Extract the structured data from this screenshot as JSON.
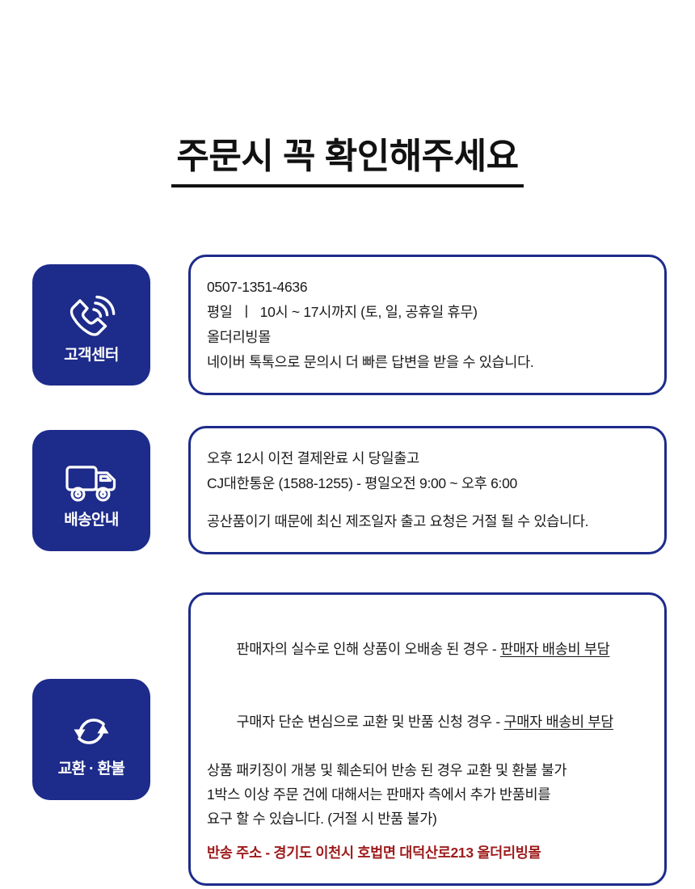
{
  "page": {
    "title": "주문시 꼭 확인해주세요",
    "background_color": "#ffffff",
    "accent_color": "#1d2b8a",
    "alert_color": "#9e1b1b",
    "text_color": "#1a1a1a"
  },
  "sections": [
    {
      "id": "customer-center",
      "icon": "phone-ringing-icon",
      "icon_label": "고객센터",
      "lines": [
        "0507-1351-4636",
        "평일  ㅣ  10시 ~ 17시까지 (토, 일, 공휴일 휴무)",
        "올더리빙몰",
        "네이버 톡톡으로 문의시 더 빠른 답변을 받을 수 있습니다."
      ]
    },
    {
      "id": "shipping-info",
      "icon": "delivery-truck-icon",
      "icon_label": "배송안내",
      "lines": [
        "오후 12시 이전 결제완료 시 당일출고",
        "CJ대한통운 (1588-1255) - 평일오전 9:00 ~ 오후 6:00",
        "",
        "공산품이기 때문에 최신 제조일자 출고 요청은 거절 될 수 있습니다."
      ]
    },
    {
      "id": "exchange-refund",
      "icon": "exchange-arrows-icon",
      "icon_label": "교환 · 환불",
      "lines": [
        {
          "head": "판매자의 실수로 인해 상품이 오배송 된 경우 - ",
          "tail": "판매자 배송비 부담"
        },
        {
          "head": "구매자 단순 변심으로 교환 및 반품 신청 경우 - ",
          "tail": "구매자 배송비 부담"
        },
        "상품 패키징이 개봉 및 훼손되어 반송 된 경우 교환 및 환불 불가",
        "1박스 이상 주문 건에 대해서는 판매자 측에서 추가 반품비를",
        "요구 할 수 있습니다. (거절 시 반품 불가)"
      ],
      "return_address": "반송 주소 - 경기도 이천시 호법면 대덕산로213 올더리빙몰"
    }
  ]
}
